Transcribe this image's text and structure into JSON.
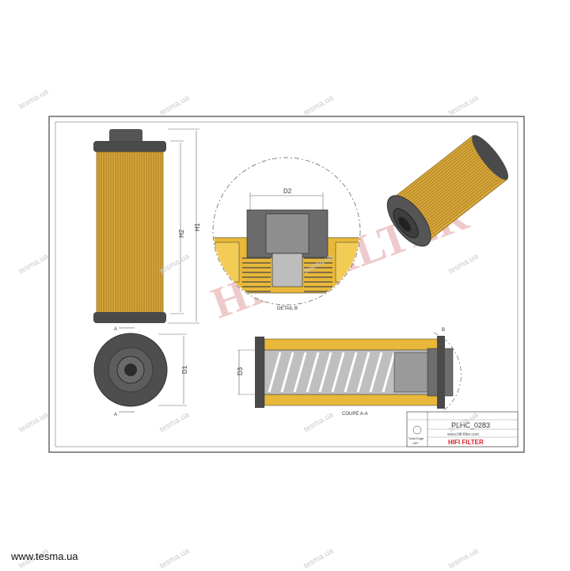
{
  "watermark": {
    "text": "tesma.ua",
    "color": "#c9c9c9"
  },
  "brand_watermark": {
    "text": "HIFI FILTER",
    "color": "#e2a0a0"
  },
  "footer": {
    "url": "www.tesma.ua"
  },
  "dimensions": {
    "h1": "H1",
    "h2": "H2",
    "d1": "D1",
    "d2": "D2",
    "d3": "D3",
    "section_marker": "A",
    "detail_marker": "B"
  },
  "views": {
    "detail_caption": "DETAIL B",
    "section_caption": "COUPE A-A"
  },
  "title_block": {
    "part_number": "PLHC_0283",
    "brand": "HIFI FILTER",
    "website": "www.hifi-filter.com",
    "company_line1": "Solid Edge",
    "company_line2": "HIFI",
    "accent_color": "#d4222a"
  },
  "colors": {
    "media": "#d8a73a",
    "media_dark": "#8a6418",
    "cap": "#505050",
    "frame": "#444444"
  }
}
